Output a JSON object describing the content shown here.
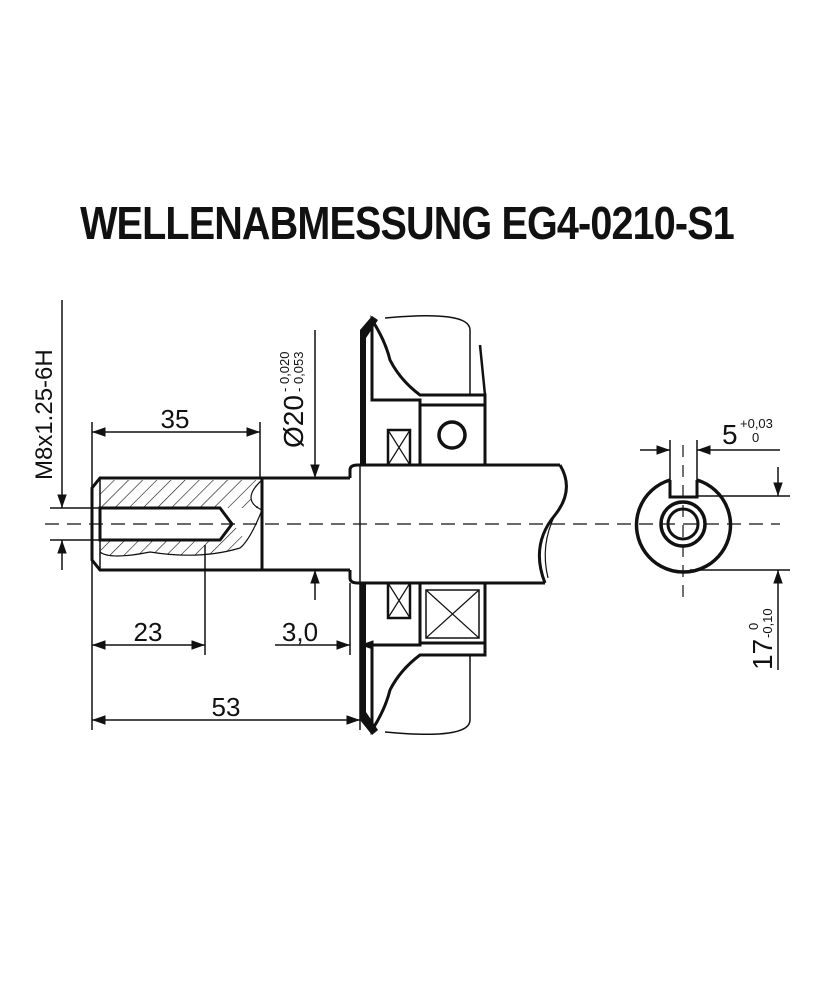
{
  "title": "WELLENABMESSUNG EG4-0210-S1",
  "dimensions": {
    "thread": "M8x1.25-6H",
    "d35": "35",
    "d23": "23",
    "d53": "53",
    "d3": "3,0",
    "dia": "Ø20",
    "dia_tol_upper": "- 0,020",
    "dia_tol_lower": "- 0,053",
    "key_width": "5",
    "key_tol_upper": "+0,03",
    "key_tol_lower": "0",
    "key_height": "17",
    "height_tol_upper": "0",
    "height_tol_lower": "-0,10"
  }
}
